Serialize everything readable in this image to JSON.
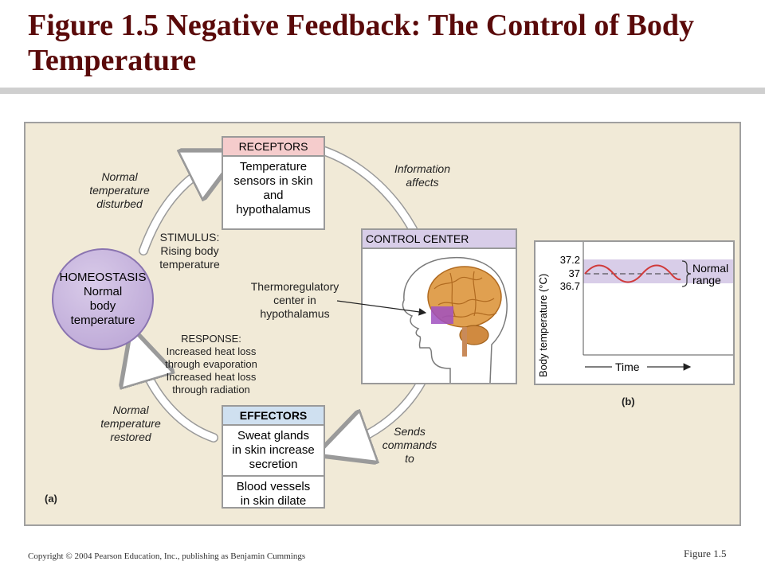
{
  "title": "Figure 1.5  Negative Feedback: The Control of Body Temperature",
  "receptors": {
    "header": "RECEPTORS",
    "body": [
      "Temperature",
      "sensors in skin",
      "and",
      "hypothalamus"
    ]
  },
  "control_center": {
    "header": "CONTROL CENTER"
  },
  "effectors": {
    "header": "EFFECTORS",
    "body1": [
      "Sweat glands",
      "in skin increase",
      "secretion"
    ],
    "body2": [
      "Blood vessels",
      "in skin dilate"
    ]
  },
  "homeostasis": {
    "title": "HOMEOSTASIS",
    "lines": [
      "Normal",
      "body",
      "temperature"
    ]
  },
  "labels": {
    "normal_disturbed": [
      "Normal",
      "temperature",
      "disturbed"
    ],
    "stimulus": [
      "STIMULUS:",
      "Rising body",
      "temperature"
    ],
    "information_affects": [
      "Information",
      "affects"
    ],
    "thermoregulatory": [
      "Thermoregulatory",
      "center in",
      "hypothalamus"
    ],
    "response": [
      "RESPONSE:",
      "Increased heat loss",
      "through evaporation",
      "Increased heat loss",
      "through radiation"
    ],
    "normal_restored": [
      "Normal",
      "temperature",
      "restored"
    ],
    "sends_commands": [
      "Sends",
      "commands",
      "to"
    ],
    "panel_a": "(a)",
    "panel_b": "(b)"
  },
  "graph": {
    "ylabel": "Body temperature (°C)",
    "xlabel": "Time",
    "ticks": [
      "37.2",
      "37",
      "36.7"
    ],
    "range_label": [
      "Normal",
      "range"
    ]
  },
  "colors": {
    "title": "#5a0a0a",
    "panel_bg": "#f1ead7",
    "receptors_header": "#f5cccc",
    "control_header": "#d8cde8",
    "effectors_header": "#cfe0f0",
    "homeostasis": "#b7a1d3",
    "range_band": "#d8cde8",
    "curve": "#d03a3a"
  },
  "footer": {
    "copyright": "Copyright © 2004 Pearson Education, Inc., publishing as Benjamin Cummings",
    "figure": "Figure 1.5"
  }
}
